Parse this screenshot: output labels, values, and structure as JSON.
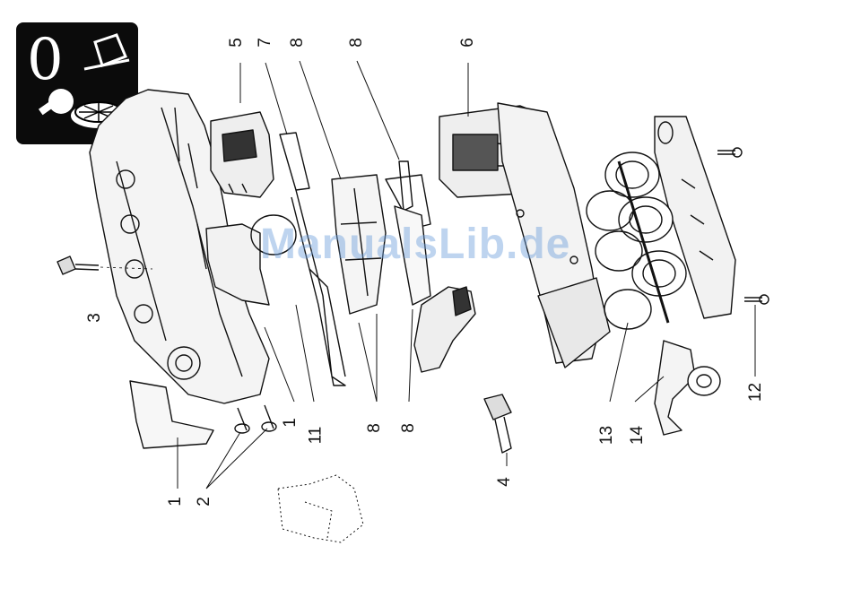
{
  "badge": {
    "glyph": "0"
  },
  "callouts": {
    "n1a": "1",
    "n2": "2",
    "n3": "3",
    "n4": "4",
    "n5": "5",
    "n6": "6",
    "n7": "7",
    "n8a": "8",
    "n8b": "8",
    "n8c": "8",
    "n8d": "8",
    "n1b": "1",
    "n11": "11",
    "n12": "12",
    "n13": "13",
    "n14": "14"
  },
  "watermark": "ManualsLib.de"
}
